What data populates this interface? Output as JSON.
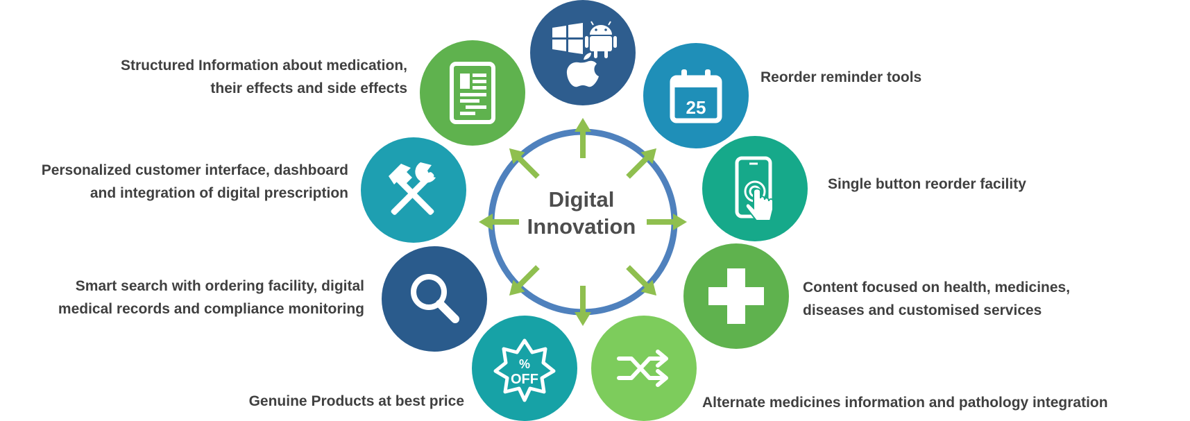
{
  "center": {
    "line1": "Digital",
    "line2": "Innovation"
  },
  "nodes": [
    {
      "id": "platforms",
      "icon": "windows-android-apple-icon",
      "color": "#2e5d8e",
      "lines": []
    },
    {
      "id": "reminder",
      "icon": "calendar-icon",
      "color": "#1f8fb8",
      "lines": [
        "Reorder reminder tools"
      ],
      "calendar_day": "25"
    },
    {
      "id": "single-button",
      "icon": "touch-phone-icon",
      "color": "#16a98a",
      "lines": [
        "Single button reorder facility"
      ]
    },
    {
      "id": "content",
      "icon": "plus-cross-icon",
      "color": "#5fb24e",
      "lines": [
        "Content focused on health, medicines,",
        "diseases and customised services"
      ]
    },
    {
      "id": "alternate",
      "icon": "shuffle-icon",
      "color": "#7dcc5c",
      "lines": [
        "Alternate medicines information and pathology integration"
      ]
    },
    {
      "id": "genuine",
      "icon": "percent-off-badge-icon",
      "color": "#17a2a6",
      "lines": [
        "Genuine Products at best price"
      ],
      "badge_top": "%",
      "badge_bottom": "OFF"
    },
    {
      "id": "smart-search",
      "icon": "magnifier-icon",
      "color": "#2a5b8c",
      "lines": [
        "Smart search with ordering facility, digital",
        "medical records  and compliance monitoring"
      ]
    },
    {
      "id": "personalized",
      "icon": "hammer-wrench-icon",
      "color": "#1e9fb1",
      "lines": [
        "Personalized customer interface, dashboard",
        "and integration of digital prescription"
      ]
    },
    {
      "id": "structured-info",
      "icon": "document-icon",
      "color": "#5fb24e",
      "lines": [
        "Structured Information about medication,",
        "their effects and side effects"
      ]
    }
  ],
  "colors": {
    "ring": "#4f81bd",
    "arrow": "#8fbf4f",
    "text": "#404040"
  }
}
